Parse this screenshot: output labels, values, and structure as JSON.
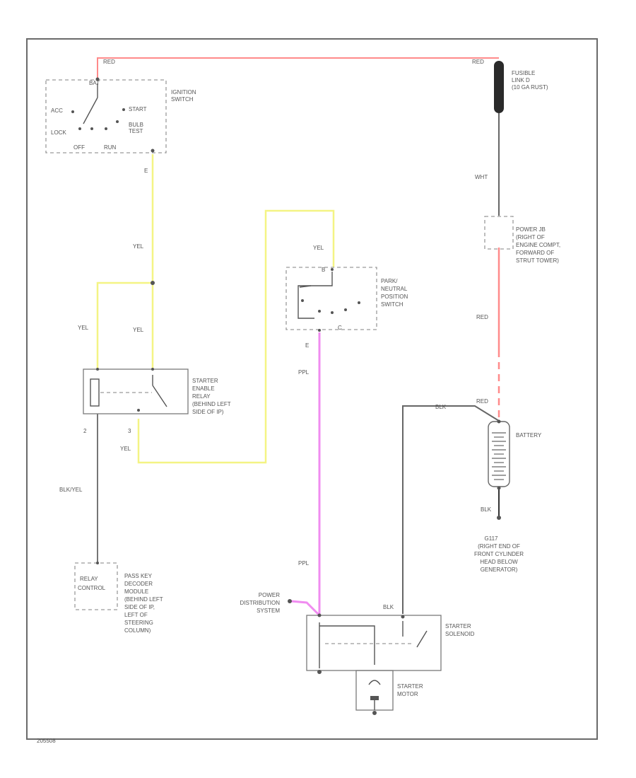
{
  "colors": {
    "red": "#ff8a8a",
    "yellow": "#f4f484",
    "pink": "#f08cf0",
    "gray": "#666666",
    "black": "#333333"
  },
  "ignition_switch": {
    "title_lines": [
      "IGNITION",
      "SWITCH"
    ],
    "positions": {
      "bat": "BAT",
      "acc": "ACC",
      "lock": "LOCK",
      "start": "START",
      "bulb_test": "BULB",
      "bulb_test2": "TEST",
      "off": "OFF",
      "run": "RUN"
    },
    "terminal": "E"
  },
  "fusible_link": {
    "title_lines": [
      "FUSIBLE",
      "LINK D",
      "(10 GA RUST)"
    ]
  },
  "power_jb": {
    "title_lines": [
      "POWER JB",
      "(RIGHT OF",
      "ENGINE COMPT,",
      "FORWARD OF",
      "STRUT TOWER)"
    ]
  },
  "pnp_switch": {
    "title_lines": [
      "PARK/",
      "NEUTRAL",
      "POSITION",
      "SWITCH"
    ],
    "terminal_top": "B",
    "terminal_bottom_left": "C",
    "terminal_bottom": "E"
  },
  "starter_relay": {
    "title_lines": [
      "STARTER",
      "ENABLE",
      "RELAY",
      "(BEHIND LEFT",
      "SIDE OF IP)"
    ],
    "terminal_left": "2",
    "terminal_bottom": "3"
  },
  "battery": {
    "label": "BATTERY"
  },
  "ground": {
    "title_lines": [
      "G117",
      "(RIGHT END OF",
      "FRONT CYLINDER",
      "HEAD BELOW",
      "GENERATOR)"
    ]
  },
  "relay_control": {
    "box_lines": [
      "RELAY",
      "CONTROL"
    ],
    "title_lines": [
      "PASS KEY",
      "DECODER",
      "MODULE",
      "(BEHIND LEFT",
      "SIDE OF IP,",
      "LEFT OF",
      "STEERING",
      "COLUMN)"
    ]
  },
  "power_distribution": {
    "title_lines": [
      "POWER",
      "DISTRIBUTION",
      "SYSTEM"
    ]
  },
  "starter_solenoid": {
    "title_lines": [
      "STARTER",
      "SOLENOID"
    ]
  },
  "starter_motor": {
    "title_lines": [
      "STARTER",
      "MOTOR"
    ]
  },
  "wire_labels": {
    "red_top_left": "RED",
    "red_top_right": "RED",
    "wht": "WHT",
    "red_mid": "RED",
    "red_batt": "RED",
    "blk_batt_top": "BLK",
    "blk_ground": "BLK",
    "yel_ign": "YEL",
    "yel_pnp": "YEL",
    "yel_left": "YEL",
    "yel_mid": "YEL",
    "yel_bottom": "YEL",
    "ppl_upper": "PPL",
    "ppl_lower": "PPL",
    "blk_yel": "BLK/YEL",
    "blk_solenoid": "BLK"
  },
  "footer_code": "205508"
}
